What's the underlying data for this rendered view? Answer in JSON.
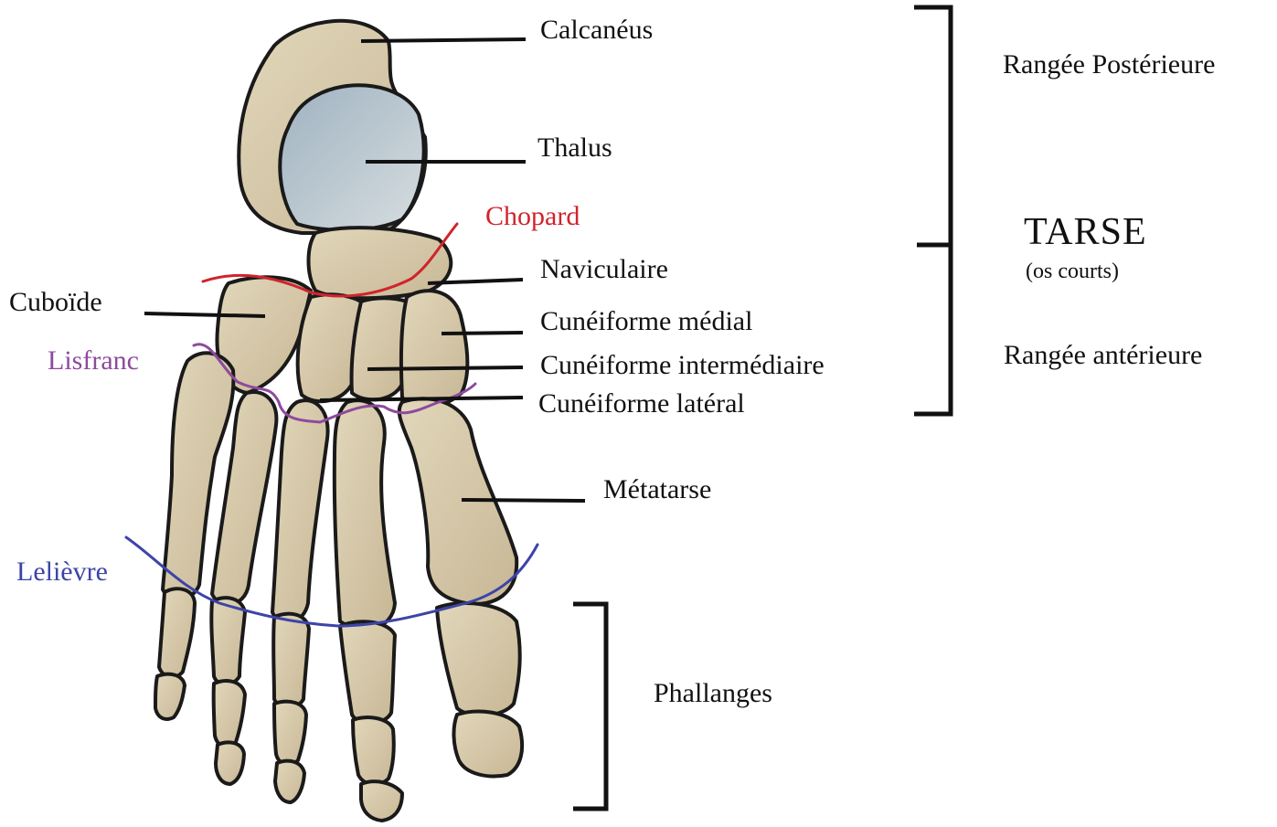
{
  "labels": {
    "calcaneus": "Calcanéus",
    "thalus": "Thalus",
    "chopard": "Chopard",
    "naviculaire": "Naviculaire",
    "cuboide": "Cuboïde",
    "cuneiforme_medial": "Cunéiforme  médial",
    "lisfranc": "Lisfranc",
    "cuneiforme_intermediaire": "Cunéiforme intermédiaire",
    "cuneiforme_lateral": "Cunéiforme  latéral",
    "metatarse": "Métatarse",
    "lelievre": "Lelièvre",
    "phallanges": "Phallanges",
    "rangee_posterieure": "Rangée Postérieure",
    "tarse": "TARSE",
    "os_courts": "(os courts)",
    "rangee_anterieure": "Rangée antérieure"
  },
  "colors": {
    "bone_fill": "#d9cdb0",
    "bone_shade": "#b8a88a",
    "talus_fill": "#b9c7d0",
    "outline": "#1a1a1a",
    "chopard_line": "#d0242b",
    "lisfranc_line": "#8e4a9c",
    "lelievre_line": "#3d44a8"
  }
}
